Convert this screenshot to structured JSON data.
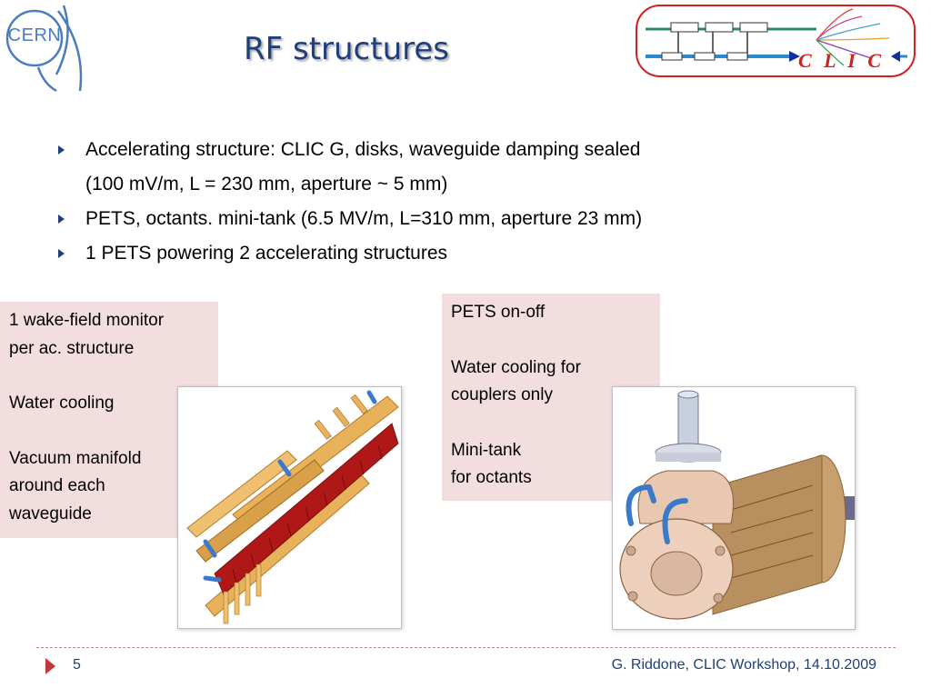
{
  "header": {
    "title": "RF structures",
    "cern_logo_text": "CERN",
    "clic_logo_text": "C L I C"
  },
  "bullets": [
    {
      "line1": "Accelerating structure: CLIC G, disks, waveguide damping sealed",
      "line2": "(100 mV/m,  L = 230 mm, aperture ~ 5 mm)"
    },
    {
      "line1": "PETS, octants. mini-tank (6.5 MV/m, L=310 mm, aperture 23 mm)",
      "line2": ""
    },
    {
      "line1": "1 PETS powering 2 accelerating structures",
      "line2": ""
    }
  ],
  "callout_left": {
    "line1": "1 wake-field monitor",
    "line2": "per ac. structure",
    "line3": "Water cooling",
    "line4": "Vacuum manifold",
    "line5": "around each",
    "line6": "waveguide"
  },
  "callout_right": {
    "line1": "PETS on-off",
    "line2": "Water cooling for",
    "line3": "couplers only",
    "line4": "Mini-tank",
    "line5": "for octants"
  },
  "footer": {
    "page_number": "5",
    "text": "G. Riddone, CLIC Workshop, 14.10.2009"
  },
  "colors": {
    "title": "#1f3f7a",
    "callout_bg": "#f2dede",
    "clic_red": "#d02020",
    "copper": "#e8b25a",
    "disk_red": "#b01818",
    "pipe_blue": "#3a7ac8"
  }
}
